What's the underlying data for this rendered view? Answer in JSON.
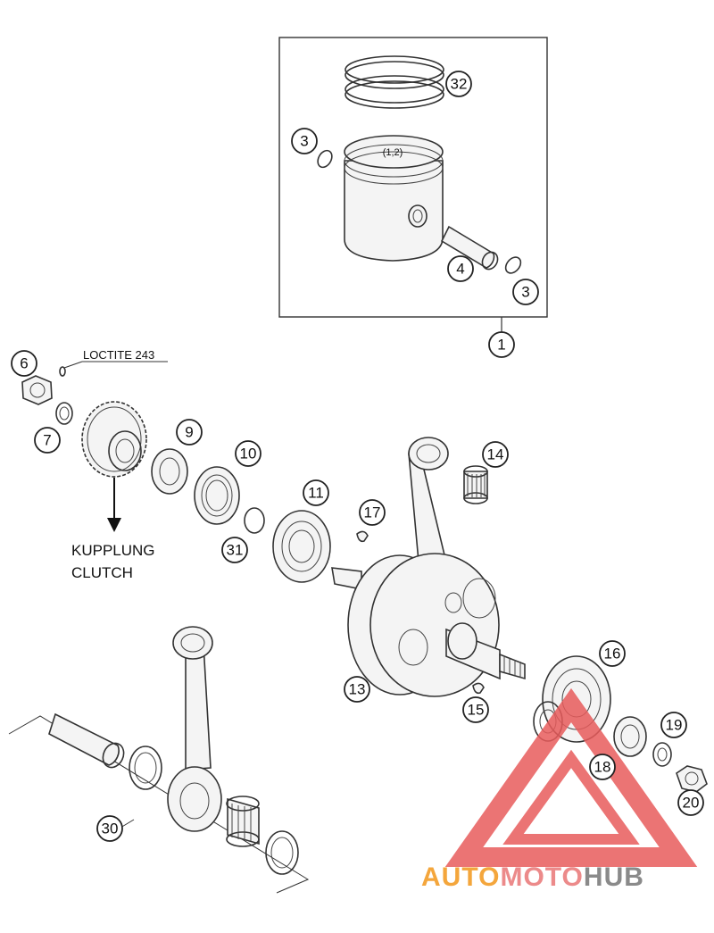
{
  "callouts": {
    "c1": "1",
    "c3a": "3",
    "c3b": "3",
    "c4": "4",
    "c32": "32",
    "c6": "6",
    "c7": "7",
    "c9": "9",
    "c10": "10",
    "c11": "11",
    "c13": "13",
    "c14": "14",
    "c15": "15",
    "c16": "16",
    "c17": "17",
    "c18": "18",
    "c19": "19",
    "c20": "20",
    "c30": "30",
    "c31": "31"
  },
  "labels": {
    "loctite": "LOCTITE 243",
    "kupplung": "KUPPLUNG",
    "clutch": "CLUTCH",
    "piston_mark": "(1,2)"
  },
  "watermark": {
    "auto": "AUTO",
    "moto": "MOTO",
    "hub": "HUB",
    "colors": {
      "auto": "#f4a63c",
      "moto": "#ec8a8a",
      "hub": "#8a8a8a",
      "triangle": "#e85c5c"
    }
  }
}
